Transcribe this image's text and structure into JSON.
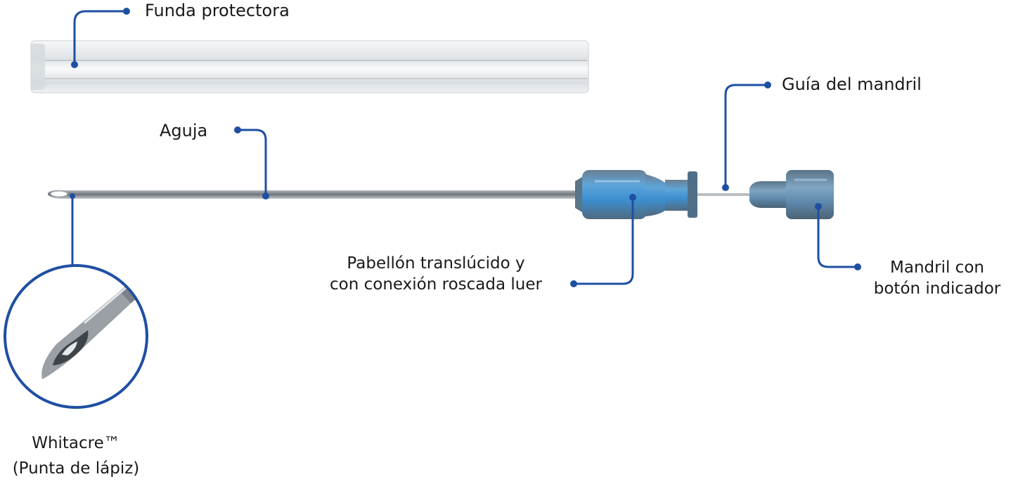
{
  "labels": {
    "sheath": "Funda protectora",
    "needle": "Aguja",
    "stylet_guide": "Guía del mandril",
    "hub_line1": "Pabellón translúcido y",
    "hub_line2": "con conexión roscada luer",
    "stylet_line1": "Mandril con",
    "stylet_line2": "botón indicador",
    "tip_line1": "Whitacre™",
    "tip_line2": "(Punta de lápiz)"
  },
  "colors": {
    "callout": "#1f4fa3",
    "hub_blue": "#4a90c8",
    "hub_dark": "#2f6f9f",
    "needle": "#8a8f95",
    "sheath": "#e9ecef"
  }
}
